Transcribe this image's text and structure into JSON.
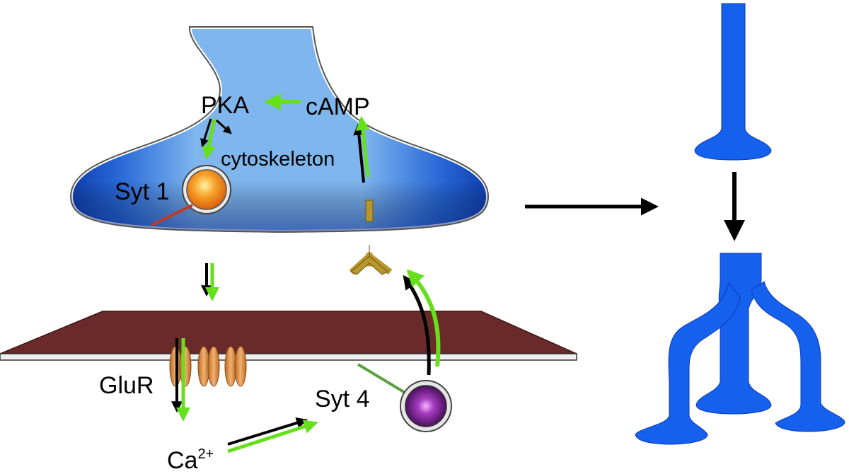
{
  "labels": {
    "pka": "PKA",
    "camp": "cAMP",
    "cytoskeleton": "cytoskeleton",
    "syt1": "Syt 1",
    "glur": "GluR",
    "syt4": "Syt 4",
    "calcium_base": "Ca",
    "calcium_charge": "2+"
  },
  "colors": {
    "terminal_fill": "#7fb6ee",
    "terminal_edge": "#1a52c8",
    "membrane_top": "#6b2a2a",
    "arrow_green": "#66e01a",
    "arrow_black": "#000000",
    "neuron_blue": "#1660ee",
    "receptor_gold": "#b8962e",
    "glur_orange": "#d68a3a",
    "syt1_core": "#f59a1e",
    "syt4_core": "#8a1fa0"
  }
}
